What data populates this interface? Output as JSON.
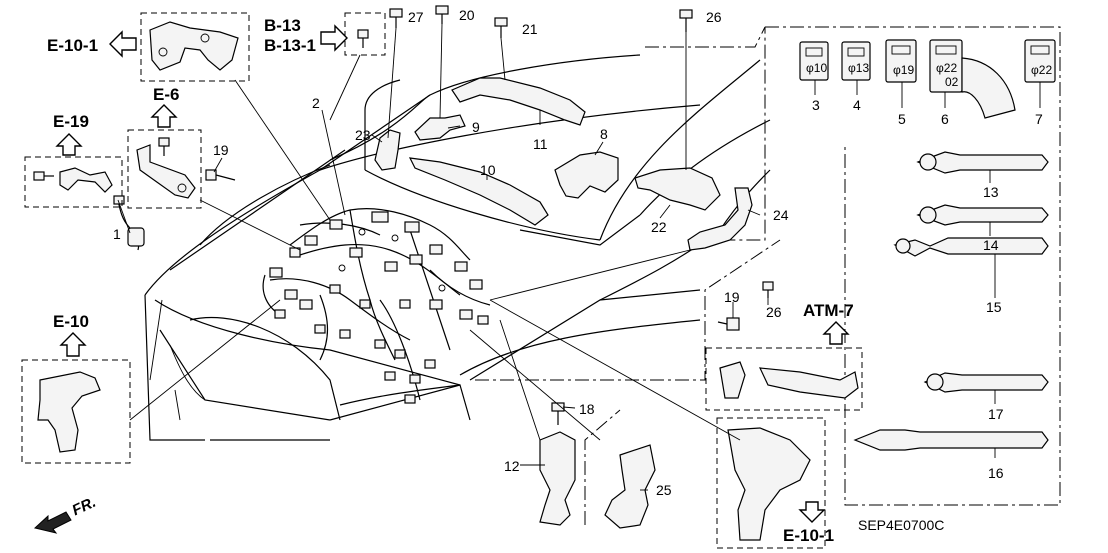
{
  "part_numbers": [
    "1",
    "2",
    "3",
    "4",
    "5",
    "6",
    "7",
    "8",
    "9",
    "10",
    "11",
    "12",
    "13",
    "14",
    "15",
    "16",
    "17",
    "18",
    "19",
    "19",
    "20",
    "21",
    "22",
    "23",
    "24",
    "25",
    "26",
    "26",
    "27"
  ],
  "ref_labels": {
    "e10_1_top": "E-10-1",
    "b13": "B-13",
    "b13_1": "B-13-1",
    "e6": "E-6",
    "e19": "E-19",
    "e10": "E-10",
    "atm7": "ATM-7",
    "e10_1_bottom": "E-10-1"
  },
  "connector_codes": [
    "φ10",
    "φ13",
    "φ19",
    "φ22",
    "02",
    "φ22"
  ],
  "direction_label": "FR.",
  "diagram_code": "SEP4E0700C"
}
